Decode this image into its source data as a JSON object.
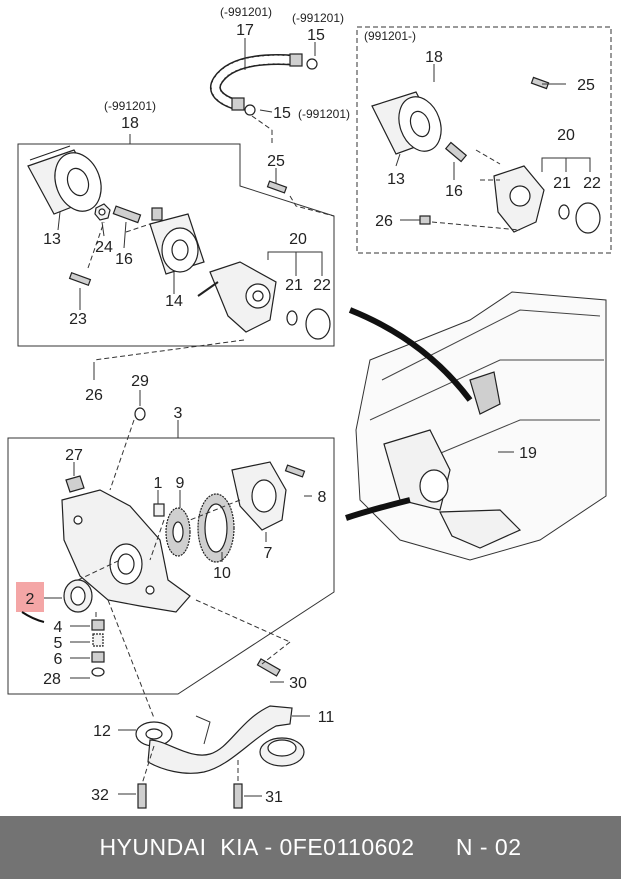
{
  "callouts": {
    "c1": "1",
    "c2": "2",
    "c3": "3",
    "c4": "4",
    "c5": "5",
    "c6": "6",
    "c7": "7",
    "c8": "8",
    "c9": "9",
    "c10": "10",
    "c11": "11",
    "c12": "12",
    "c13a": "13",
    "c13b": "13",
    "c14": "14",
    "c15a": "15",
    "c15b": "15",
    "c16a": "16",
    "c16b": "16",
    "c17": "17",
    "c18a": "18",
    "c18b": "18",
    "c19": "19",
    "c20a": "20",
    "c20b": "20",
    "c21a": "21",
    "c21b": "21",
    "c22a": "22",
    "c22b": "22",
    "c23": "23",
    "c24": "24",
    "c25a": "25",
    "c25b": "25",
    "c26a": "26",
    "c26b": "26",
    "c27": "27",
    "c28": "28",
    "c29": "29",
    "c30": "30",
    "c31": "31",
    "c32": "32"
  },
  "notes": {
    "n17": "(-991201)",
    "n15a": "(-991201)",
    "n15b": "(-991201)",
    "n18": "(-991201)",
    "box_right": "(991201-)"
  },
  "highlight_color": "#f4a6a6",
  "footer": {
    "brand": "HYUNDAI  KIA - 0FE0110602",
    "page": "N - 02"
  }
}
